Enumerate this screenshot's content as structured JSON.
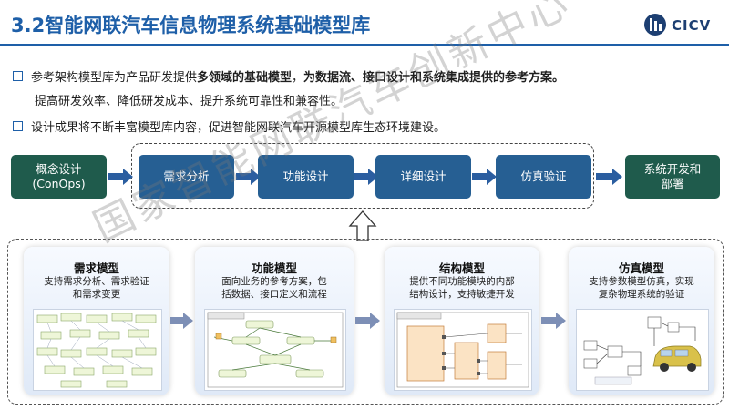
{
  "header": {
    "title": "3.2智能网联汽车信息物理系统基础模型库",
    "logo_text": "CICV",
    "colors": {
      "title": "#1e5fa8",
      "rule": "#1e5fa8"
    }
  },
  "bullets": [
    {
      "part1": "参考架构模型库为产品研发提供",
      "bold1": "多领域的基础模型",
      "part2": "，",
      "bold2": "为数据流、接口设计和系统集成提供的参考方案。",
      "cont": "提高研发效率、降低研发成本、提升系统可靠性和兼容性。"
    },
    {
      "text": "设计成果将不断丰富模型库内容，促进智能网联汽车开源模型库生态环境建设。"
    }
  ],
  "process": {
    "start": {
      "line1": "概念设计",
      "line2": "(ConOps)"
    },
    "steps": [
      "需求分析",
      "功能设计",
      "详细设计",
      "仿真验证"
    ],
    "end": {
      "line1": "系统开发和",
      "line2": "部署"
    },
    "colors": {
      "green": "#1f5b4c",
      "blue": "#265f93",
      "arrow": "#2b5ea0"
    }
  },
  "models": [
    {
      "title": "需求模型",
      "desc1": "支持需求分析、需求验证",
      "desc2": "和需求变更"
    },
    {
      "title": "功能模型",
      "desc1": "面向业务的参考方案，包",
      "desc2": "括数据、接口定义和流程"
    },
    {
      "title": "结构模型",
      "desc1": "提供不同功能模块的内部",
      "desc2": "结构设计，支持敏捷开发"
    },
    {
      "title": "仿真模型",
      "desc1": "支持参数模型仿真，实现",
      "desc2": "复杂物理系统的验证"
    }
  ],
  "watermark": "国家智能网联汽车创新中心"
}
